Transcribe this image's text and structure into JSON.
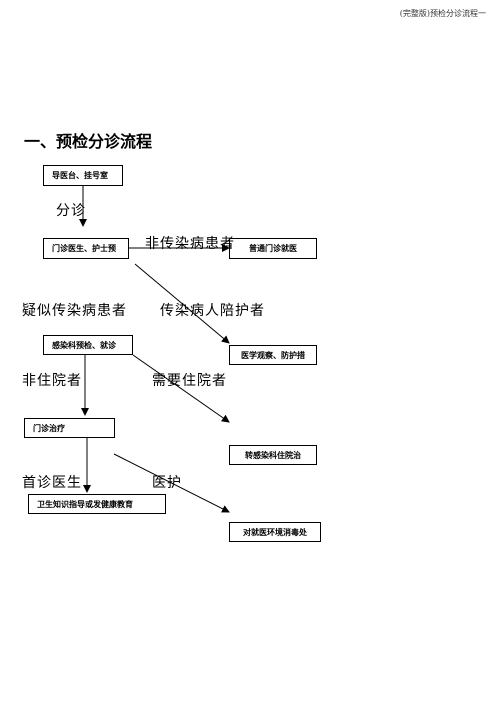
{
  "header": "(完整版)预检分诊流程一",
  "title": "一、预检分诊流程",
  "nodes": {
    "guide_desk": "导医台、挂号室",
    "outpatient_doctor": "门诊医生、护士预",
    "general_clinic": "普通门诊就医",
    "infection_precheck": "感染科预检、就诊",
    "medical_observation": "医学观察、防护措",
    "outpatient_treatment": "门诊治疗",
    "transfer_infection_ward": "转感染科住院治",
    "health_education": "卫生知识指导或发健康教育",
    "disinfection": "对就医环境消毒处"
  },
  "labels": {
    "triage": "分诊",
    "non_infectious": "非传染病患者",
    "suspected_infectious": "疑似传染病患者",
    "infectious_companion": "传染病人陪护者",
    "no_hospitalization": "非住院者",
    "need_hospitalization": "需要住院者",
    "first_doctor": "首诊医生",
    "medical_nursing": "医护"
  }
}
